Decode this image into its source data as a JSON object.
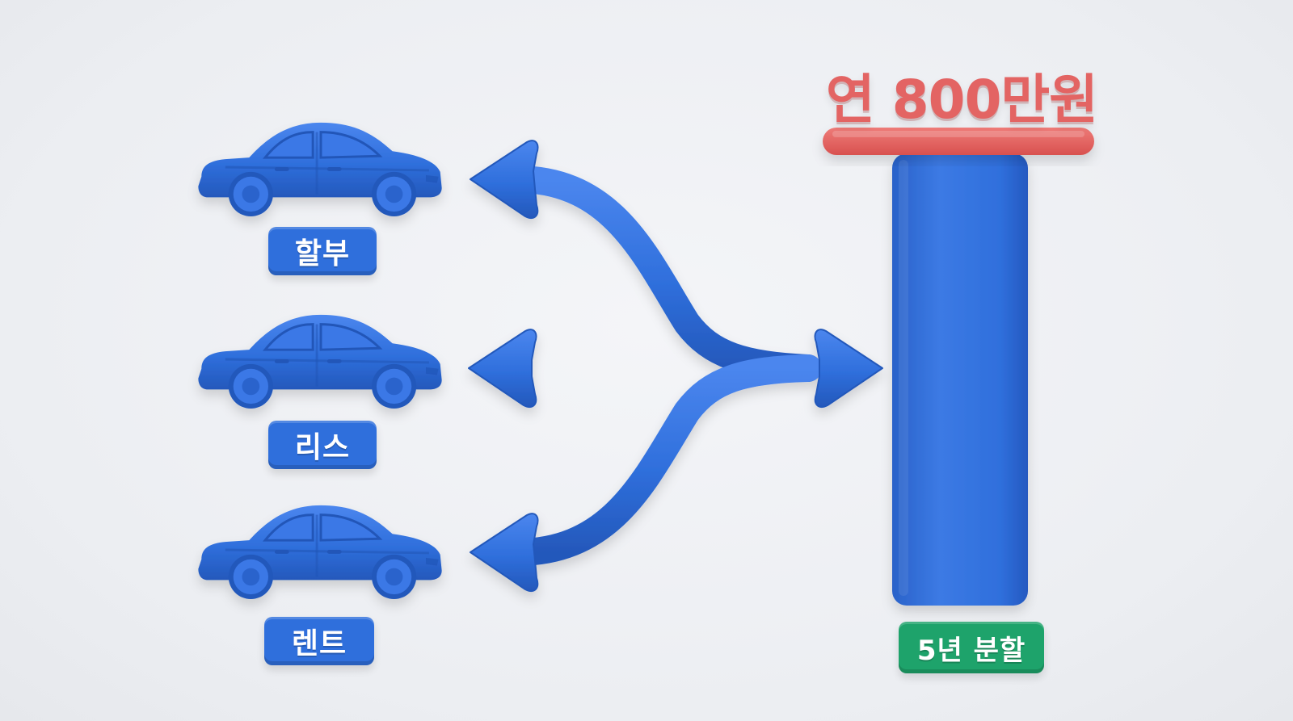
{
  "options": [
    {
      "label": "할부"
    },
    {
      "label": "리스"
    },
    {
      "label": "렌트"
    }
  ],
  "target": {
    "amount": "연 800만원",
    "split": "5년 분할"
  },
  "colors": {
    "clay_blue": "#2f6fdc",
    "clay_red": "#e36463",
    "clay_green": "#1ea36b",
    "background": "#eceef2"
  },
  "icons": [
    "car-icon",
    "arrow-icon"
  ]
}
